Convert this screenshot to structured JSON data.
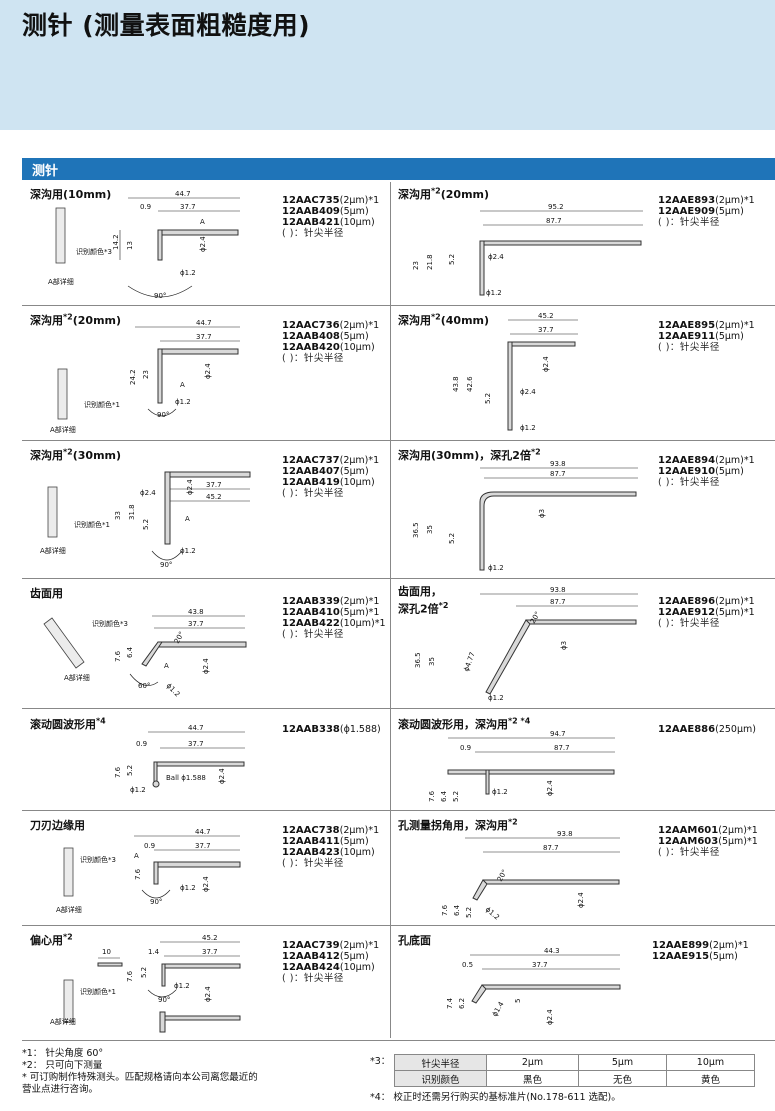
{
  "page": {
    "title": "测针 (测量表面粗糙度用)",
    "section_title": "测针"
  },
  "cells": [
    {
      "title": "深沟用(10mm)",
      "sup": "",
      "models": [
        {
          "code": "12AAC735",
          "spec": "(2µm)*1"
        },
        {
          "code": "12AAB409",
          "spec": "(5µm)"
        },
        {
          "code": "12AAB421",
          "spec": "(10µm)"
        }
      ],
      "note": "( )：针尖半径",
      "labels": {
        "d1": "44.7",
        "d2": "37.7",
        "d3": "0.9",
        "h1": "14.2",
        "h2": "13",
        "dia": "ϕ2.4",
        "tip": "ϕ1.2",
        "ang": "90°",
        "a": "A",
        "detail": "A部详细",
        "ident": "识别颜色*3"
      }
    },
    {
      "title": "深沟用",
      "sup": "*2",
      "title_suffix": "(20mm)",
      "models": [
        {
          "code": "12AAE893",
          "spec": "(2µm)*1"
        },
        {
          "code": "12AAE909",
          "spec": "(5µm)"
        }
      ],
      "note": "( )：针尖半径",
      "labels": {
        "d1": "95.2",
        "d2": "87.7",
        "h1": "23",
        "h2": "21.8",
        "h3": "5.2",
        "dia": "ϕ2.4",
        "tip": "ϕ1.2"
      }
    },
    {
      "title": "深沟用",
      "sup": "*2",
      "title_suffix": "(20mm)",
      "models": [
        {
          "code": "12AAC736",
          "spec": "(2µm)*1"
        },
        {
          "code": "12AAB408",
          "spec": "(5µm)"
        },
        {
          "code": "12AAB420",
          "spec": "(10µm)"
        }
      ],
      "note": "( )：针尖半径",
      "labels": {
        "d1": "44.7",
        "d2": "37.7",
        "h1": "24.2",
        "h2": "23",
        "dia": "ϕ2.4",
        "tip": "ϕ1.2",
        "ang": "90°",
        "a": "A",
        "detail": "A部详细",
        "ident": "识别颜色*1"
      }
    },
    {
      "title": "深沟用",
      "sup": "*2",
      "title_suffix": "(40mm)",
      "models": [
        {
          "code": "12AAE895",
          "spec": "(2µm)*1"
        },
        {
          "code": "12AAE911",
          "spec": "(5µm)"
        }
      ],
      "note": "( )：针尖半径",
      "labels": {
        "d1": "45.2",
        "d2": "37.7",
        "h1": "43.8",
        "h2": "42.6",
        "h3": "5.2",
        "dia": "ϕ2.4",
        "dia2": "ϕ2.4",
        "tip": "ϕ1.2"
      }
    },
    {
      "title": "深沟用",
      "sup": "*2",
      "title_suffix": "(30mm)",
      "models": [
        {
          "code": "12AAC737",
          "spec": "(2µm)*1"
        },
        {
          "code": "12AAB407",
          "spec": "(5µm)"
        },
        {
          "code": "12AAB419",
          "spec": "(10µm)"
        }
      ],
      "note": "( )：针尖半径",
      "labels": {
        "d1": "37.7",
        "d2": "45.2",
        "h1": "33",
        "h2": "31.8",
        "h3": "5.2",
        "dia": "ϕ2.4",
        "dia2": "ϕ2.4",
        "tip": "ϕ1.2",
        "ang": "90°",
        "a": "A",
        "detail": "A部详细",
        "ident": "识别颜色*1"
      }
    },
    {
      "title": "深沟用(30mm)，深孔2倍",
      "sup": "*2",
      "models": [
        {
          "code": "12AAE894",
          "spec": "(2µm)*1"
        },
        {
          "code": "12AAE910",
          "spec": "(5µm)"
        }
      ],
      "note": "( )：针尖半径",
      "labels": {
        "d1": "93.8",
        "d2": "87.7",
        "h1": "36.5",
        "h2": "35",
        "h3": "5.2",
        "dia": "ϕ3",
        "tip": "ϕ1.2"
      }
    },
    {
      "title": "齿面用",
      "sup": "",
      "models": [
        {
          "code": "12AAB339",
          "spec": "(2µm)*1"
        },
        {
          "code": "12AAB410",
          "spec": "(5µm)*1"
        },
        {
          "code": "12AAB422",
          "spec": "(10µm)*1"
        }
      ],
      "note": "( )：针尖半径",
      "labels": {
        "d1": "43.8",
        "d2": "37.7",
        "h1": "7.6",
        "h2": "6.4",
        "r": "20°",
        "dia": "ϕ2.4",
        "tip": "ϕ1.2",
        "ang": "60°",
        "a": "A",
        "detail": "A部详细",
        "ident": "识别颜色*3"
      }
    },
    {
      "title": "齿面用，",
      "title2": "深孔2倍",
      "sup": "*2",
      "models": [
        {
          "code": "12AAE896",
          "spec": "(2µm)*1"
        },
        {
          "code": "12AAE912",
          "spec": "(5µm)*1"
        }
      ],
      "note": "( )：针尖半径",
      "labels": {
        "d1": "93.8",
        "d2": "87.7",
        "h1": "36.5",
        "h2": "35",
        "r": "20°",
        "dia": "ϕ3",
        "dia2": "ϕ4.77",
        "tip": "ϕ1.2"
      }
    },
    {
      "title": "滚动圆波形用",
      "sup": "*4",
      "models": [
        {
          "code": "12AAB338",
          "spec": "(ϕ1.588)"
        }
      ],
      "note": "",
      "labels": {
        "d1": "44.7",
        "d2": "37.7",
        "d3": "0.9",
        "h1": "7.6",
        "h2": "5.2",
        "dia": "ϕ2.4",
        "tip": "ϕ1.2",
        "ball": "Ball ϕ1.588"
      }
    },
    {
      "title": "滚动圆波形用，深沟用",
      "sup": "*2 *4",
      "models": [
        {
          "code": "12AAE886",
          "spec": "(250µm)"
        }
      ],
      "note": "",
      "labels": {
        "d1": "94.7",
        "d2": "87.7",
        "d3": "0.9",
        "h1": "7.6",
        "h2": "6.4",
        "h3": "5.2",
        "dia": "ϕ2.4",
        "tip": "ϕ1.2"
      }
    },
    {
      "title": "刀刃边缘用",
      "sup": "",
      "models": [
        {
          "code": "12AAC738",
          "spec": "(2µm)*1"
        },
        {
          "code": "12AAB411",
          "spec": "(5µm)"
        },
        {
          "code": "12AAB423",
          "spec": "(10µm)"
        }
      ],
      "note": "( )：针尖半径",
      "labels": {
        "d1": "44.7",
        "d2": "37.7",
        "d3": "0.9",
        "h1": "7.6",
        "dia": "ϕ2.4",
        "tip": "ϕ1.2",
        "ang": "90°",
        "a": "A",
        "detail": "A部详细",
        "ident": "识别颜色*3"
      }
    },
    {
      "title": "孔测量拐角用，深沟用",
      "sup": "*2",
      "models": [
        {
          "code": "12AAM601",
          "spec": "(2µm)*1"
        },
        {
          "code": "12AAM603",
          "spec": "(5µm)*1"
        }
      ],
      "note": "( )：针尖半径",
      "labels": {
        "d1": "93.8",
        "d2": "87.7",
        "h1": "7.6",
        "h2": "6.4",
        "h3": "5.2",
        "r": "20°",
        "dia": "ϕ2.4",
        "tip": "ϕ1.2"
      }
    },
    {
      "title": "偏心用",
      "sup": "*2",
      "models": [
        {
          "code": "12AAC739",
          "spec": "(2µm)*1"
        },
        {
          "code": "12AAB412",
          "spec": "(5µm)"
        },
        {
          "code": "12AAB424",
          "spec": "(10µm)"
        }
      ],
      "note": "( )：针尖半径",
      "labels": {
        "d1": "45.2",
        "d2": "37.7",
        "d3": "1.4",
        "d4": "10",
        "h1": "7.6",
        "h2": "5.2",
        "dia": "ϕ2.4",
        "tip": "ϕ1.2",
        "ang": "90°",
        "a": "A",
        "detail": "A部详细",
        "ident": "识别颜色*1"
      }
    },
    {
      "title": "孔底面",
      "sup": "",
      "models": [
        {
          "code": "12AAE899",
          "spec": "(2µm)*1"
        },
        {
          "code": "12AAE915",
          "spec": "(5µm)"
        }
      ],
      "note": "",
      "labels": {
        "d1": "44.3",
        "d2": "37.7",
        "d3": "0.5",
        "h1": "7.4",
        "h2": "6.2",
        "h3": "5",
        "dia": "ϕ2.4",
        "tip": "ϕ1.4"
      }
    }
  ],
  "footnotes": {
    "f1": "*1： 针尖角度 60°",
    "f2": "*2： 只可向下测量",
    "f3": "* 可订购制作特殊测头。匹配规格请向本公司离您最近的",
    "f4": "营业点进行咨询。",
    "f5_mark": "*3：",
    "f6": "*4： 校正时还需另行购买的基标准片(No.178-611 选配)。"
  },
  "tip_table": {
    "row1": [
      "针尖半径",
      "2µm",
      "5µm",
      "10µm"
    ],
    "row2": [
      "识别颜色",
      "黑色",
      "无色",
      "黄色"
    ]
  }
}
